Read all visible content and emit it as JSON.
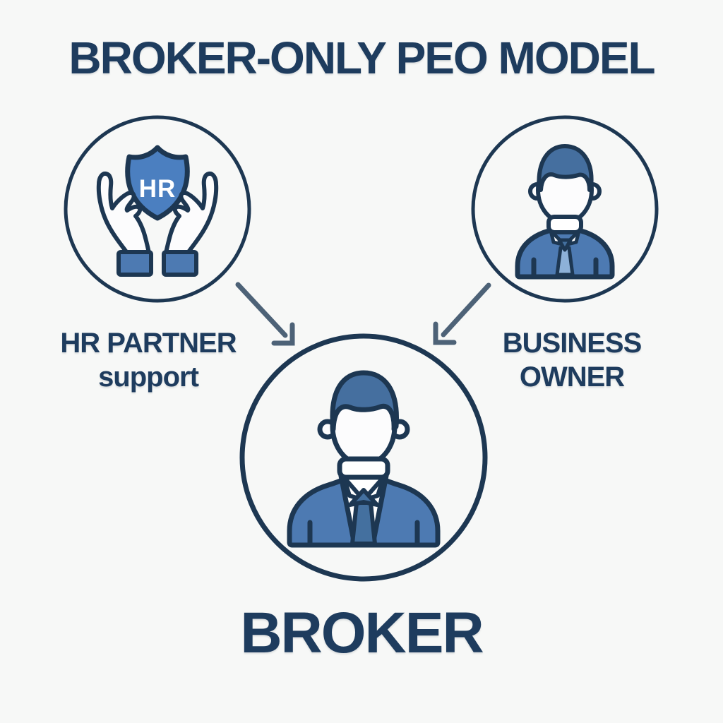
{
  "title": {
    "text": "BROKER-ONLY PEO MODEL"
  },
  "diagram": {
    "hr_partner": {
      "label_line1": "HR PARTNER",
      "label_line2": "support",
      "shield_text": "HR",
      "icon": "hands-holding-hr-shield-icon"
    },
    "business_owner": {
      "label_line1": "BUSINESS",
      "label_line2": "OWNER",
      "icon": "business-owner-person-icon"
    },
    "broker": {
      "label": "BROKER",
      "icon": "broker-person-icon"
    },
    "arrows": [
      {
        "name": "hr-partner-to-broker",
        "direction": "down-right"
      },
      {
        "name": "business-owner-to-broker",
        "direction": "down-left"
      }
    ]
  },
  "colors": {
    "background": "#f7f8f7",
    "outline_navy": "#1d3752",
    "text_navy": "#1e3c5e",
    "suit_blue": "#4d7ab2",
    "hair_blue": "#456f9f",
    "shield_blue": "#4b7fc0",
    "tie_blue": "#44709f",
    "tie_light_blue": "#8db1d8",
    "arrow_slate": "#4d6277"
  }
}
